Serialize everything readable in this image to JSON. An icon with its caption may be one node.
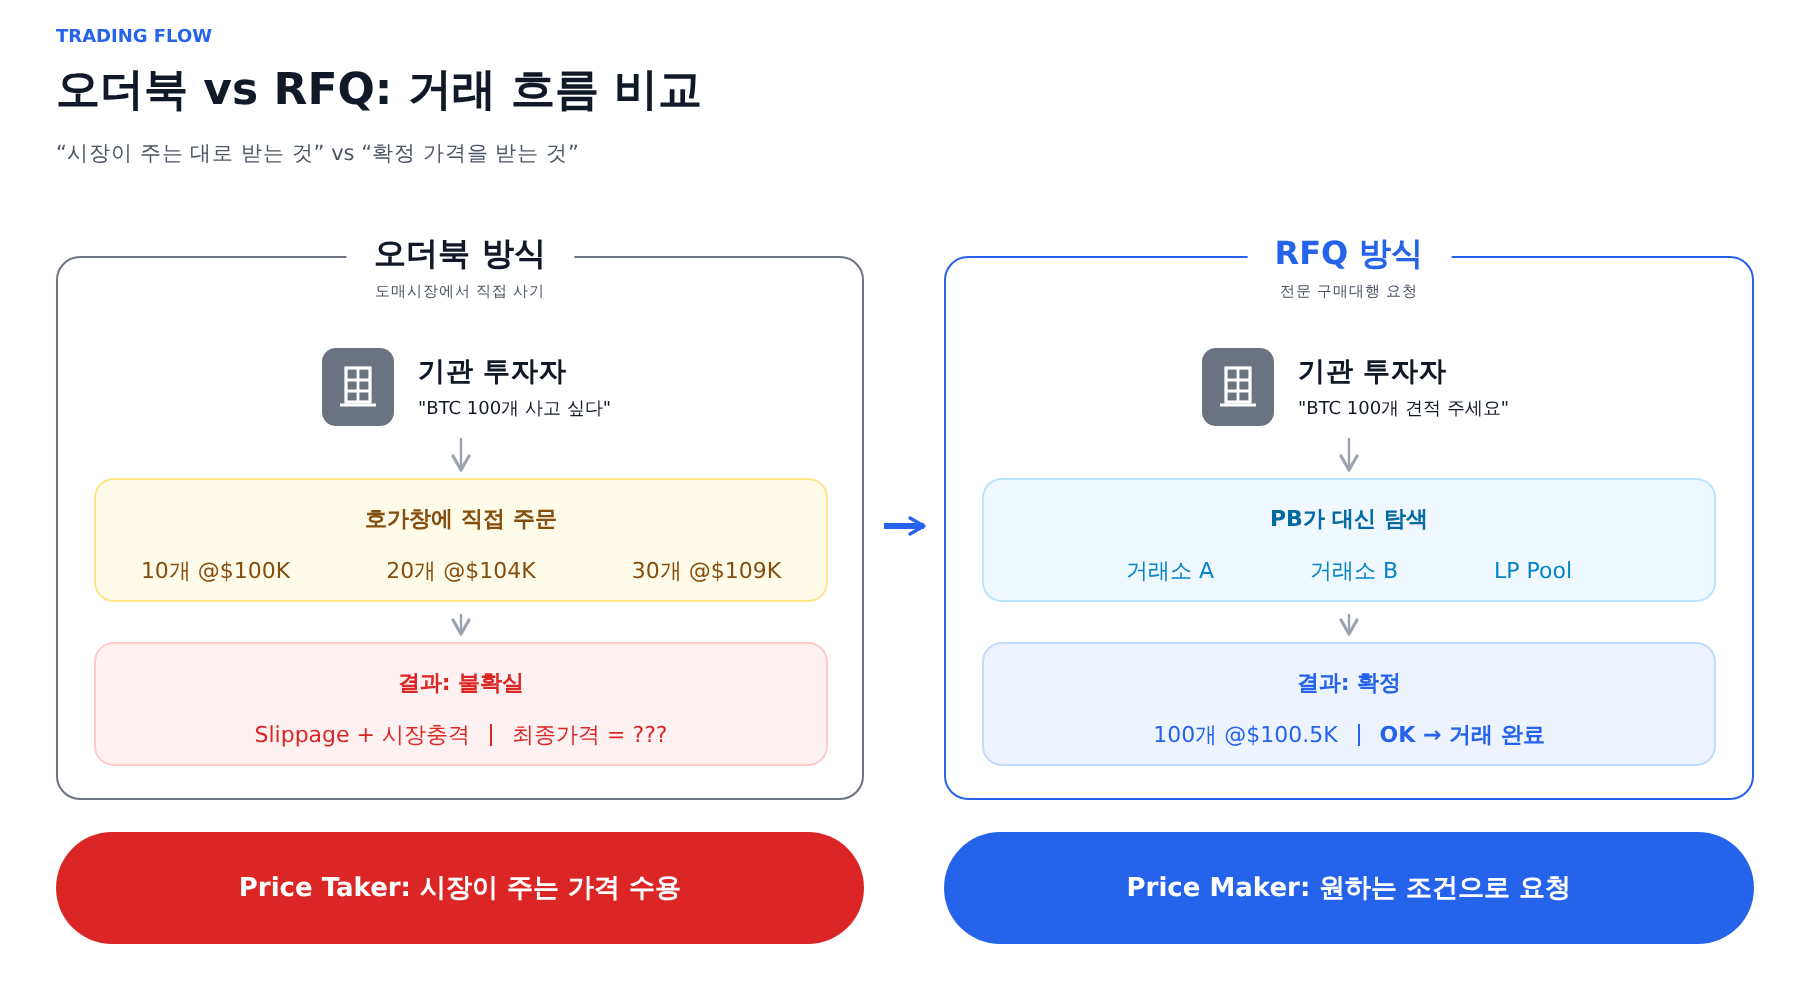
{
  "diagram": {
    "title": "오더북 vs RFQ: 거래 흐름 비교",
    "nodes": [
      {
        "text": [
          "오더북 방식",
          "도매시장에서 직접 사기"
        ]
      },
      {
        "text": [
          "기관 투자자",
          "\"BTC 100개 사고 싶다\""
        ],
        "in": 0
      },
      {
        "text": [
          "호가창에 직접 주문",
          "10개 @$100K",
          "20개 @$104K",
          "30개 @$109K"
        ],
        "in": 0
      },
      {
        "text": [
          "결과: 불확실",
          "Slippage + 시장충격",
          "최종가격 = ???"
        ],
        "in": 0
      },
      {
        "text": [
          "RFQ 방식",
          "전문 구매대행 요청"
        ]
      },
      {
        "text": [
          "기관 투자자",
          "\"BTC 100개 견적 주세요\""
        ],
        "in": 4
      },
      {
        "text": [
          "PB가 대신 탐색",
          "거래소 A",
          "거래소 B",
          "LP Pool"
        ],
        "in": 4
      },
      {
        "text": [
          "결과: 확정",
          "100개 @$100.5K",
          "OK → 거래 완료"
        ],
        "in": 4
      },
      {
        "text": [
          "Price Taker: 시장이 주는 가격 수용"
        ]
      },
      {
        "text": [
          "Price Maker: 원하는 조건으로 요청"
        ]
      }
    ],
    "edges": [
      {
        "from": 1,
        "to": 2,
        "arrow": "to"
      },
      {
        "from": 2,
        "to": 3,
        "arrow": "to"
      },
      {
        "from": 0,
        "to": 4,
        "arrow": "to",
        "style": "thick",
        "color": "#2563eb"
      },
      {
        "from": 5,
        "to": 6,
        "arrow": "to"
      },
      {
        "from": 6,
        "to": 7,
        "arrow": "to"
      }
    ],
    "labels": [
      "TRADING FLOW",
      "“시장이 주는 대로 받는 것” vs “확정 가격을 받는 것”"
    ]
  }
}
